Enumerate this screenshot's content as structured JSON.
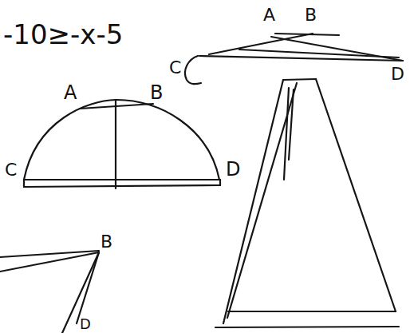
{
  "diagram": {
    "labels": [
      "-10≥-x-5",
      "A",
      "B",
      "C",
      "D",
      "A",
      "B",
      "C",
      "D",
      "B",
      "D"
    ]
  }
}
